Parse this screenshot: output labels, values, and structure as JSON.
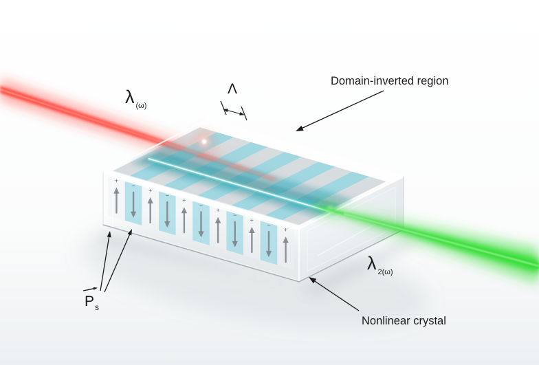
{
  "figure": {
    "background_top": "#ffffff",
    "background_bottom": "#edf0f2"
  },
  "labels": {
    "pump_wavelength": {
      "symbol": "λ",
      "subscript": "(ω)"
    },
    "converted_wavelength": {
      "symbol": "λ",
      "subscript": "2(ω)"
    },
    "period_symbol": "Λ",
    "domain_inverted_region": "Domain-inverted region",
    "nonlinear_crystal": "Nonlinear crystal",
    "spontaneous_polarization": {
      "symbol": "P",
      "subscript": "s"
    }
  },
  "domains": {
    "stripe_count": 11,
    "first_direction": "up",
    "up_sign": "+",
    "down_sign": "−"
  },
  "colors": {
    "input_beam": "#ff3b2e",
    "input_beam_hot": "#ffd9d3",
    "output_beam": "#34dd34",
    "output_beam_hot": "#eaffe4",
    "internal_beam": "#3fd6d6",
    "domain_cyan_top": "#85ccd8",
    "domain_gray_top": "#aab4ba",
    "domain_cyan_front": "#a9dce8",
    "domain_light_front": "#edf2f4",
    "polarization_arrow": "#7c858b",
    "annotation": "#1b1b1b"
  }
}
